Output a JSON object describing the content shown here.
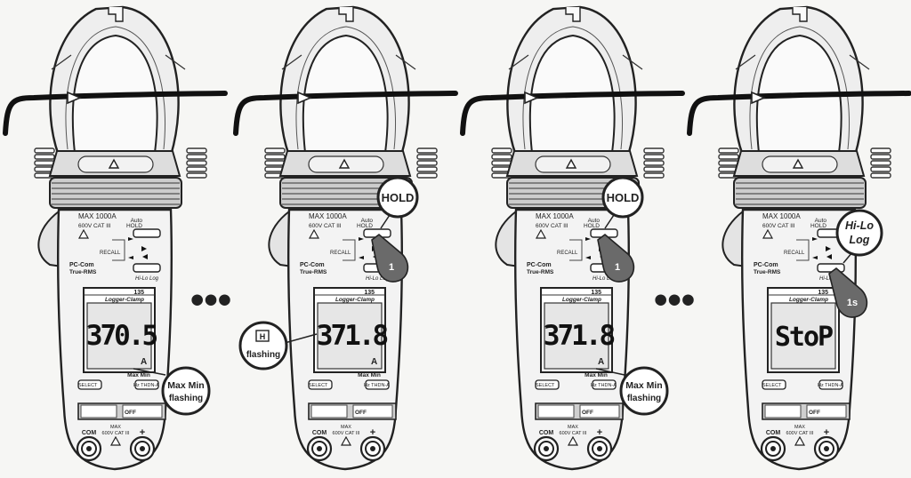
{
  "meters": [
    {
      "id": "m1",
      "spec_line1": "MAX 1000A",
      "spec_line2": "600V CAT III",
      "auto_label": "Auto",
      "hold_label": "HOLD",
      "recall_label": "RECALL",
      "pc_com_label": "PC-Com",
      "true_rms_label": "True-RMS",
      "hilo_label": "Hi-Lo Log",
      "model_number": "135",
      "model_name": "Logger-Clamp",
      "reading": "370.5",
      "unit": "A",
      "tilde": "~",
      "maxmin_label": "Max Min",
      "select_label": "SELECT",
      "hz_label": "Hz THDN-A",
      "off_label": "OFF",
      "com_label": "COM",
      "max_label": "MAX",
      "jack_rating": "600V CAT III",
      "plus_label": "+"
    },
    {
      "id": "m2",
      "spec_line1": "MAX 1000A",
      "spec_line2": "600V CAT III",
      "auto_label": "Auto",
      "hold_label": "HOLD",
      "recall_label": "RECALL",
      "pc_com_label": "PC-Com",
      "true_rms_label": "True-RMS",
      "hilo_label": "Hi-Lo Log",
      "model_number": "135",
      "model_name": "Logger-Clamp",
      "reading": "371.8",
      "unit": "A",
      "tilde": "~",
      "maxmin_label": "Max Min",
      "select_label": "SELECT",
      "hz_label": "Hz THDN-A",
      "off_label": "OFF",
      "com_label": "COM",
      "max_label": "MAX",
      "jack_rating": "600V CAT III",
      "plus_label": "+"
    },
    {
      "id": "m3",
      "spec_line1": "MAX 1000A",
      "spec_line2": "600V CAT III",
      "auto_label": "Auto",
      "hold_label": "HOLD",
      "recall_label": "RECALL",
      "pc_com_label": "PC-Com",
      "true_rms_label": "True-RMS",
      "hilo_label": "Hi-Lo Log",
      "model_number": "135",
      "model_name": "Logger-Clamp",
      "reading": "371.8",
      "unit": "A",
      "tilde": "~",
      "maxmin_label": "Max Min",
      "select_label": "SELECT",
      "hz_label": "Hz THDN-A",
      "off_label": "OFF",
      "com_label": "COM",
      "max_label": "MAX",
      "jack_rating": "600V CAT III",
      "plus_label": "+"
    },
    {
      "id": "m4",
      "spec_line1": "MAX 1000A",
      "spec_line2": "600V CAT III",
      "auto_label": "Auto",
      "hold_label": "HOLD",
      "recall_label": "RECALL",
      "pc_com_label": "PC-Com",
      "true_rms_label": "True-RMS",
      "hilo_label": "Hi-Lo Log",
      "model_number": "135",
      "model_name": "Logger-Clamp",
      "reading": "StoP",
      "unit": "",
      "tilde": "",
      "maxmin_label": "",
      "select_label": "SELECT",
      "hz_label": "Hz THDN-A",
      "off_label": "OFF",
      "com_label": "COM",
      "max_label": "MAX",
      "jack_rating": "600V CAT III",
      "plus_label": "+"
    }
  ],
  "callouts": {
    "maxmin_1": {
      "line1": "Max Min",
      "line2": "flashing"
    },
    "hold_2": "HOLD",
    "hold_3": "HOLD",
    "h_flag_icon_text": "H",
    "h_flag_text": "flashing",
    "maxmin_3": {
      "line1": "Max Min",
      "line2": "flashing"
    },
    "hilo_4": {
      "line1": "Hi-Lo",
      "line2": "Log"
    },
    "finger_2": "1",
    "finger_3": "1",
    "finger_4": "1s"
  },
  "ellipses": [
    "•••",
    "•••"
  ],
  "icons": {
    "warning": "warning-triangle-icon",
    "arrow_up": "triangle-up-icon",
    "arrow_right": "triangle-right-icon",
    "arrow_left": "triangle-left-icon"
  }
}
